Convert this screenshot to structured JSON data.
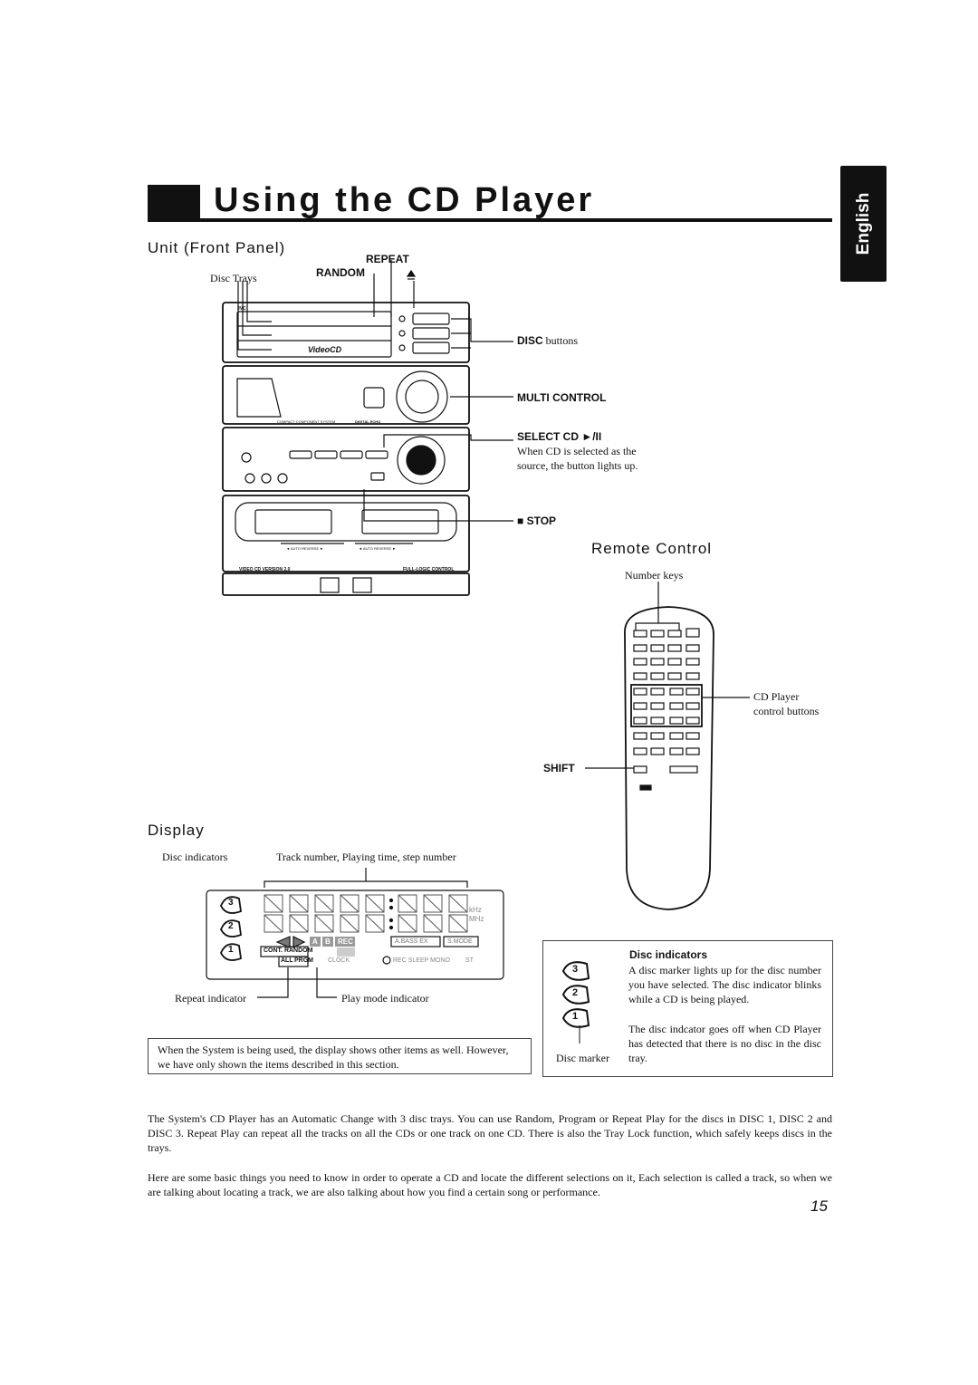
{
  "title": "Using the CD Player",
  "language_tab": "English",
  "page_number": "15",
  "front_panel": {
    "heading": "Unit (Front Panel)",
    "repeat": "REPEAT",
    "random": "RANDOM",
    "disc_trays": "Disc Trays",
    "disc_buttons_bold": "DISC",
    "disc_buttons_rest": " buttons",
    "multi_control": "MULTI CONTROL",
    "select_cd": "SELECT CD ►/II",
    "select_cd_desc": "When CD is selected as the source, the button lights up.",
    "stop": "■ STOP",
    "unit_labels": {
      "videocd": "VideoCD",
      "video_cd_version": "VIDEO CD VERSION 2.0",
      "full_logic": "FULL-LOGIC CONTROL",
      "compact_system": "COMPACT COMPONENT SYSTEM",
      "digital_echo": "DIGITAL ECHO",
      "auto_reverse_a": "◄ AUTO REVERSE ►",
      "auto_reverse_b": "◄ AUTO REVERSE ►"
    }
  },
  "remote": {
    "heading": "Remote Control",
    "number_keys": "Number keys",
    "cd_player_buttons": "CD Player\ncontrol buttons",
    "shift": "SHIFT"
  },
  "display": {
    "heading": "Display",
    "disc_indicators": "Disc indicators",
    "track_number": "Track number, Playing time, step number",
    "repeat_indicator": "Repeat indicator",
    "play_mode_indicator": "Play mode indicator",
    "khz": "kHz",
    "mhz": "MHz",
    "cont_random": "CONT. RANDOM",
    "all": "ALL",
    "prgm": "PRGM",
    "clock": "CLOCK",
    "a": "A",
    "b": "B",
    "rec": "REC",
    "bass_ex": "A.BASS EX",
    "smode": "S.MODE",
    "rec_sleep_mono": "REC SLEEP MONO",
    "st": "ST",
    "note": "When the System is being used, the display shows other items as well. However, we have only shown the items described in this section."
  },
  "disc_indicator_box": {
    "heading": "Disc indicators",
    "text1": "A disc marker lights up for the disc number you have selected. The disc indicator blinks while a CD is being played.",
    "text2": "The disc indcator goes off when CD Player has detected that there is no disc in the disc tray.",
    "disc_marker": "Disc marker"
  },
  "paragraphs": [
    "The System's CD Player has an Automatic Change with 3 disc trays. You can use Random, Program or Repeat Play for the discs in DISC 1, DISC 2 and DISC 3. Repeat Play can repeat all the tracks on all the CDs or one track on one CD. There is also the Tray Lock function, which safely keeps discs in the trays.",
    "Here are some basic things you need to know in order to operate a CD and locate the different selections on it, Each selection is called a track, so when we are talking about locating a track, we are also talking about how you find a certain song or performance."
  ],
  "disc_numbers": [
    "3",
    "2",
    "1"
  ]
}
